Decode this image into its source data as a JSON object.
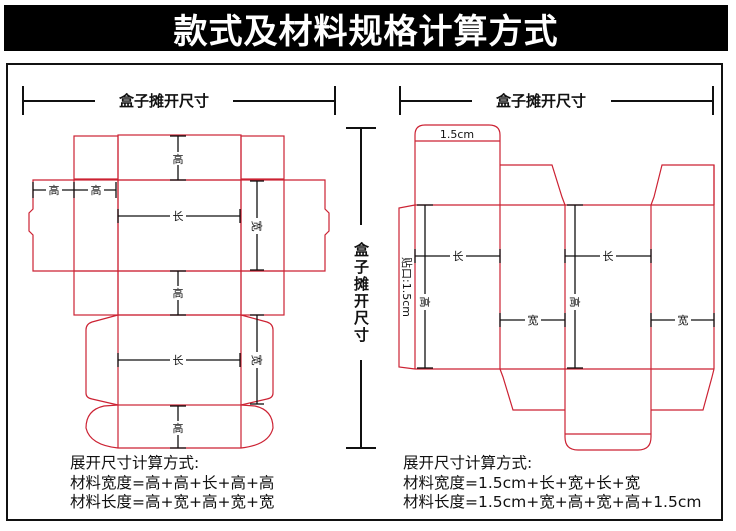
{
  "title": "款式及材料规格计算方式",
  "colors": {
    "dieline": "#cc2233",
    "dimension": "#111111",
    "title_bg": "#000000",
    "title_text": "#ffffff"
  },
  "left_panel": {
    "heading": "盒子摊开尺寸",
    "labels": {
      "top_height": "高",
      "flap_height_1": "高",
      "flap_height_2": "高",
      "center_length": "长",
      "side_width": "宽",
      "mid_height": "高",
      "lower_length": "长",
      "lower_width": "宽",
      "bottom_height": "高"
    },
    "formula": {
      "title": "展开尺寸计算方式:",
      "width_line": "材料宽度=高+高+长+高+高",
      "length_line": "材料长度=高+宽+高+宽+宽"
    }
  },
  "vertical_heading": "盒子摊开尺寸",
  "right_panel": {
    "heading": "盒子摊开尺寸",
    "labels": {
      "tuck_flap": "1.5cm",
      "glue_flap": "贴口:1.5cm",
      "length_1": "长",
      "height_1": "高",
      "width_1": "宽",
      "length_2": "长",
      "height_2": "高",
      "width_2": "宽"
    },
    "formula": {
      "title": "展开尺寸计算方式:",
      "width_line": "材料宽度=1.5cm+长+宽+长+宽",
      "length_line": "材料长度=1.5cm+宽+高+宽+高+1.5cm"
    }
  }
}
